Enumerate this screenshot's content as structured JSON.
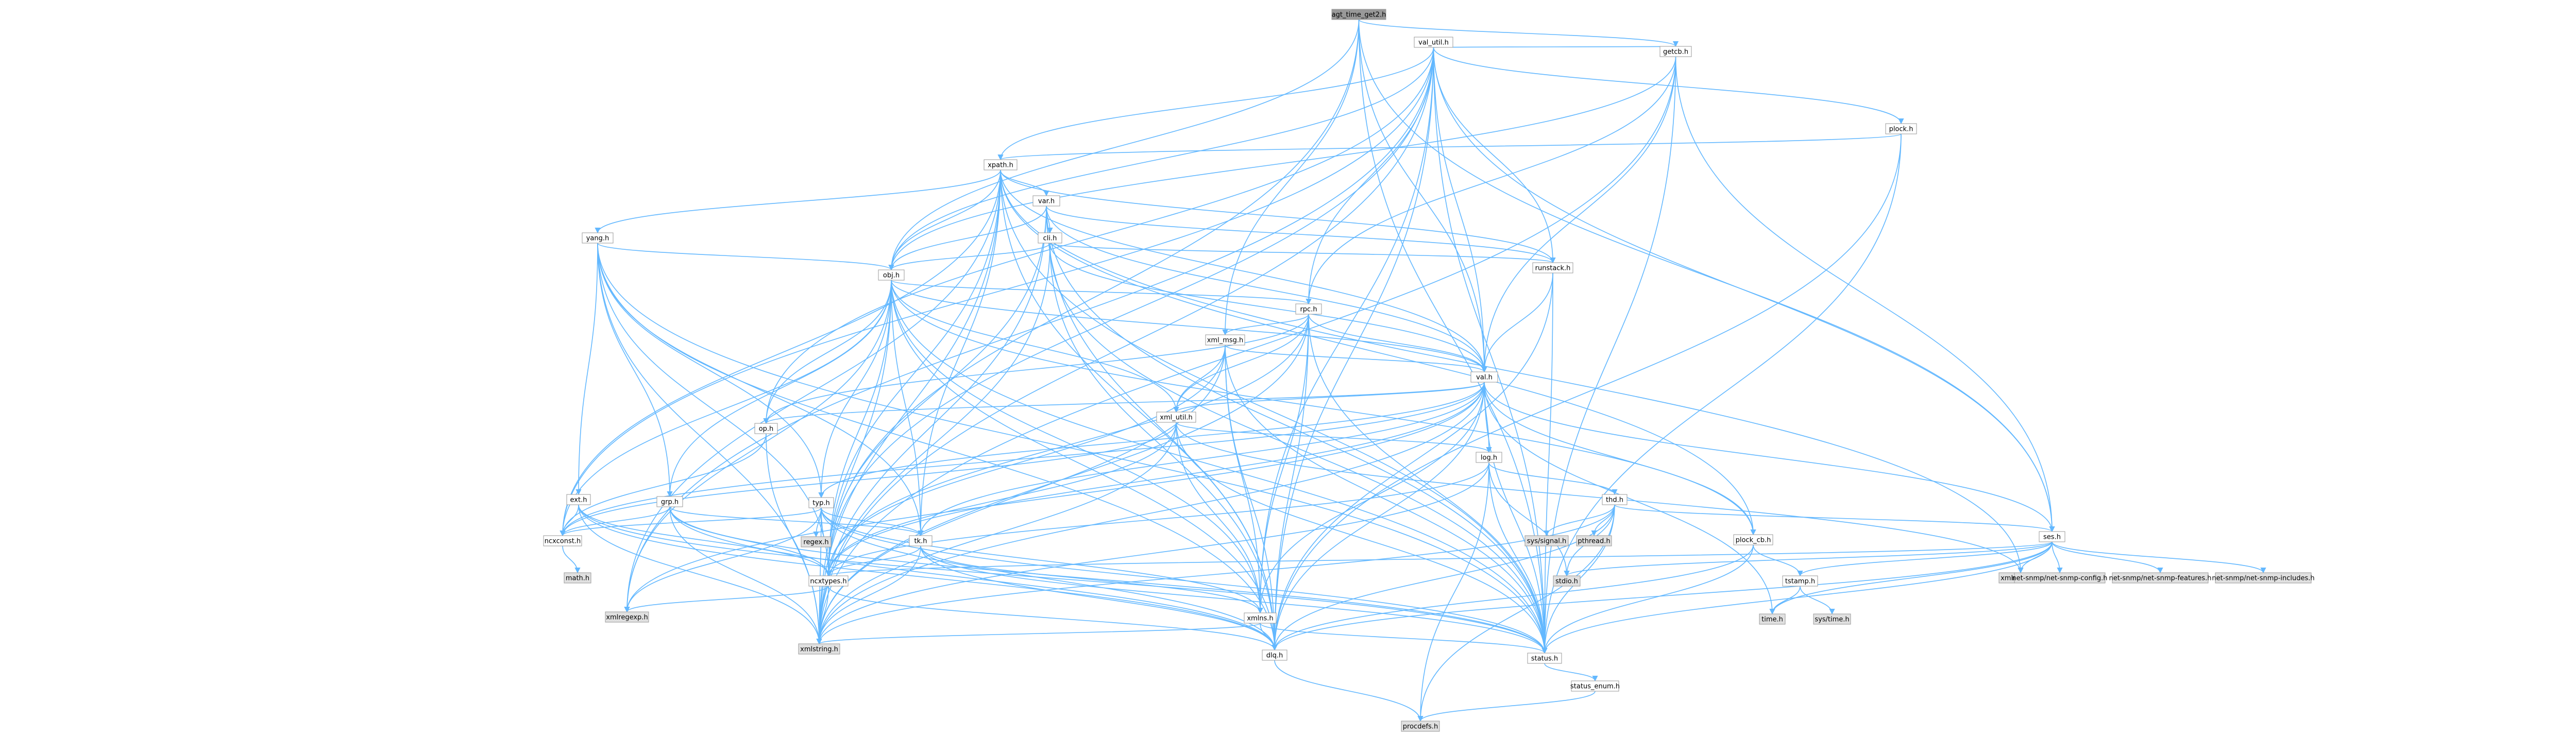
{
  "colors": {
    "edge": "#63b8ff",
    "box_border": "#999999",
    "box_fill": "#ffffff",
    "root_fill": "#999999",
    "system_fill": "#e0e0e0",
    "text": "#000000"
  },
  "root": "agt_time_get2.h",
  "nodes": [
    {
      "id": "agt_time_get2.h",
      "label": "agt_time_get2.h",
      "kind": "root"
    },
    {
      "id": "getcb.h",
      "label": "getcb.h",
      "kind": "local"
    },
    {
      "id": "val_util.h",
      "label": "val_util.h",
      "kind": "local"
    },
    {
      "id": "plock.h",
      "label": "plock.h",
      "kind": "local"
    },
    {
      "id": "xpath.h",
      "label": "xpath.h",
      "kind": "local"
    },
    {
      "id": "var.h",
      "label": "var.h",
      "kind": "local"
    },
    {
      "id": "yang.h",
      "label": "yang.h",
      "kind": "local"
    },
    {
      "id": "cli.h",
      "label": "cli.h",
      "kind": "local"
    },
    {
      "id": "obj.h",
      "label": "obj.h",
      "kind": "local"
    },
    {
      "id": "runstack.h",
      "label": "runstack.h",
      "kind": "local"
    },
    {
      "id": "rpc.h",
      "label": "rpc.h",
      "kind": "local"
    },
    {
      "id": "xml_msg.h",
      "label": "xml_msg.h",
      "kind": "local"
    },
    {
      "id": "val.h",
      "label": "val.h",
      "kind": "local"
    },
    {
      "id": "xml_util.h",
      "label": "xml_util.h",
      "kind": "local"
    },
    {
      "id": "op.h",
      "label": "op.h",
      "kind": "local"
    },
    {
      "id": "log.h",
      "label": "log.h",
      "kind": "local"
    },
    {
      "id": "ext.h",
      "label": "ext.h",
      "kind": "local"
    },
    {
      "id": "grp.h",
      "label": "grp.h",
      "kind": "local"
    },
    {
      "id": "typ.h",
      "label": "typ.h",
      "kind": "local"
    },
    {
      "id": "thd.h",
      "label": "thd.h",
      "kind": "local"
    },
    {
      "id": "plock_cb.h",
      "label": "plock_cb.h",
      "kind": "local"
    },
    {
      "id": "ses.h",
      "label": "ses.h",
      "kind": "local"
    },
    {
      "id": "tk.h",
      "label": "tk.h",
      "kind": "local"
    },
    {
      "id": "ncxconst.h",
      "label": "ncxconst.h",
      "kind": "local"
    },
    {
      "id": "ncxtypes.h",
      "label": "ncxtypes.h",
      "kind": "local"
    },
    {
      "id": "xmlns.h",
      "label": "xmlns.h",
      "kind": "local"
    },
    {
      "id": "tstamp.h",
      "label": "tstamp.h",
      "kind": "local"
    },
    {
      "id": "dlq.h",
      "label": "dlq.h",
      "kind": "local"
    },
    {
      "id": "status.h",
      "label": "status.h",
      "kind": "local"
    },
    {
      "id": "status_enum.h",
      "label": "status_enum.h",
      "kind": "local"
    },
    {
      "id": "xmlstring.h",
      "label": "xmlstring.h",
      "kind": "system"
    },
    {
      "id": "xmlregexp.h",
      "label": "xmlregexp.h",
      "kind": "system"
    },
    {
      "id": "regex.h",
      "label": "regex.h",
      "kind": "system"
    },
    {
      "id": "math.h",
      "label": "math.h",
      "kind": "system"
    },
    {
      "id": "sys/signal.h",
      "label": "sys/signal.h",
      "kind": "system"
    },
    {
      "id": "pthread.h",
      "label": "pthread.h",
      "kind": "system"
    },
    {
      "id": "stdio.h",
      "label": "stdio.h",
      "kind": "system"
    },
    {
      "id": "xmlreader.h",
      "label": "xmlreader.h",
      "kind": "system"
    },
    {
      "id": "time.h",
      "label": "time.h",
      "kind": "system"
    },
    {
      "id": "sys/time.h",
      "label": "sys/time.h",
      "kind": "system"
    },
    {
      "id": "net-snmp/net-snmp-config.h",
      "label": "net-snmp/net-snmp-config.h",
      "kind": "system"
    },
    {
      "id": "net-snmp/net-snmp-features.h",
      "label": "net-snmp/net-snmp-features.h",
      "kind": "system"
    },
    {
      "id": "net-snmp/net-snmp-includes.h",
      "label": "net-snmp/net-snmp-includes.h",
      "kind": "system"
    },
    {
      "id": "procdefs.h",
      "label": "procdefs.h",
      "kind": "system"
    }
  ],
  "edges": [
    [
      "agt_time_get2.h",
      "getcb.h"
    ],
    [
      "agt_time_get2.h",
      "obj.h"
    ],
    [
      "agt_time_get2.h",
      "ses.h"
    ],
    [
      "agt_time_get2.h",
      "status.h"
    ],
    [
      "agt_time_get2.h",
      "val.h"
    ],
    [
      "agt_time_get2.h",
      "xml_msg.h"
    ],
    [
      "agt_time_get2.h",
      "ncxtypes.h"
    ],
    [
      "getcb.h",
      "val_util.h"
    ],
    [
      "getcb.h",
      "rpc.h"
    ],
    [
      "getcb.h",
      "ses.h"
    ],
    [
      "getcb.h",
      "status.h"
    ],
    [
      "getcb.h",
      "val.h"
    ],
    [
      "getcb.h",
      "obj.h"
    ],
    [
      "getcb.h",
      "xmlstring.h"
    ],
    [
      "val_util.h",
      "plock.h"
    ],
    [
      "val_util.h",
      "xpath.h"
    ],
    [
      "val_util.h",
      "obj.h"
    ],
    [
      "val_util.h",
      "val.h"
    ],
    [
      "val_util.h",
      "runstack.h"
    ],
    [
      "val_util.h",
      "ses.h"
    ],
    [
      "val_util.h",
      "status.h"
    ],
    [
      "val_util.h",
      "dlq.h"
    ],
    [
      "val_util.h",
      "ncxtypes.h"
    ],
    [
      "val_util.h",
      "ncxconst.h"
    ],
    [
      "val_util.h",
      "xmlns.h"
    ],
    [
      "val_util.h",
      "op.h"
    ],
    [
      "val_util.h",
      "rpc.h"
    ],
    [
      "val_util.h",
      "xmlstring.h"
    ],
    [
      "val_util.h",
      "xmlregexp.h"
    ],
    [
      "plock.h",
      "xpath.h"
    ],
    [
      "plock.h",
      "status.h"
    ],
    [
      "plock.h",
      "dlq.h"
    ],
    [
      "xpath.h",
      "var.h"
    ],
    [
      "xpath.h",
      "yang.h"
    ],
    [
      "xpath.h",
      "obj.h"
    ],
    [
      "xpath.h",
      "val.h"
    ],
    [
      "xpath.h",
      "tk.h"
    ],
    [
      "xpath.h",
      "xmlstring.h"
    ],
    [
      "xpath.h",
      "xmlregexp.h"
    ],
    [
      "xpath.h",
      "xmlreader.h"
    ],
    [
      "xpath.h",
      "ncxconst.h"
    ],
    [
      "xpath.h",
      "ncxtypes.h"
    ],
    [
      "xpath.h",
      "status.h"
    ],
    [
      "xpath.h",
      "dlq.h"
    ],
    [
      "xpath.h",
      "plock_cb.h"
    ],
    [
      "xpath.h",
      "runstack.h"
    ],
    [
      "var.h",
      "cli.h"
    ],
    [
      "var.h",
      "obj.h"
    ],
    [
      "var.h",
      "val.h"
    ],
    [
      "var.h",
      "runstack.h"
    ],
    [
      "var.h",
      "status.h"
    ],
    [
      "var.h",
      "dlq.h"
    ],
    [
      "var.h",
      "ncxtypes.h"
    ],
    [
      "var.h",
      "xmlstring.h"
    ],
    [
      "yang.h",
      "ext.h"
    ],
    [
      "yang.h",
      "grp.h"
    ],
    [
      "yang.h",
      "obj.h"
    ],
    [
      "yang.h",
      "typ.h"
    ],
    [
      "yang.h",
      "tk.h"
    ],
    [
      "yang.h",
      "ncxtypes.h"
    ],
    [
      "yang.h",
      "status.h"
    ],
    [
      "yang.h",
      "xmlstring.h"
    ],
    [
      "yang.h",
      "dlq.h"
    ],
    [
      "cli.h",
      "obj.h"
    ],
    [
      "cli.h",
      "val.h"
    ],
    [
      "cli.h",
      "runstack.h"
    ],
    [
      "cli.h",
      "status.h"
    ],
    [
      "cli.h",
      "xmlstring.h"
    ],
    [
      "cli.h",
      "dlq.h"
    ],
    [
      "obj.h",
      "rpc.h"
    ],
    [
      "obj.h",
      "xml_util.h"
    ],
    [
      "obj.h",
      "val.h"
    ],
    [
      "obj.h",
      "grp.h"
    ],
    [
      "obj.h",
      "typ.h"
    ],
    [
      "obj.h",
      "tk.h"
    ],
    [
      "obj.h",
      "ncxconst.h"
    ],
    [
      "obj.h",
      "ncxtypes.h"
    ],
    [
      "obj.h",
      "xmlns.h"
    ],
    [
      "obj.h",
      "status.h"
    ],
    [
      "obj.h",
      "dlq.h"
    ],
    [
      "obj.h",
      "xmlstring.h"
    ],
    [
      "obj.h",
      "xmlregexp.h"
    ],
    [
      "obj.h",
      "plock_cb.h"
    ],
    [
      "obj.h",
      "op.h"
    ],
    [
      "runstack.h",
      "val.h"
    ],
    [
      "runstack.h",
      "status.h"
    ],
    [
      "runstack.h",
      "dlq.h"
    ],
    [
      "rpc.h",
      "xml_msg.h"
    ],
    [
      "rpc.h",
      "val.h"
    ],
    [
      "rpc.h",
      "xml_util.h"
    ],
    [
      "rpc.h",
      "status.h"
    ],
    [
      "rpc.h",
      "dlq.h"
    ],
    [
      "rpc.h",
      "ncxtypes.h"
    ],
    [
      "rpc.h",
      "xmlns.h"
    ],
    [
      "rpc.h",
      "xmlstring.h"
    ],
    [
      "rpc.h",
      "op.h"
    ],
    [
      "xml_msg.h",
      "val.h"
    ],
    [
      "xml_msg.h",
      "xml_util.h"
    ],
    [
      "xml_msg.h",
      "xmlns.h"
    ],
    [
      "xml_msg.h",
      "status.h"
    ],
    [
      "xml_msg.h",
      "ncxtypes.h"
    ],
    [
      "xml_msg.h",
      "xmlstring.h"
    ],
    [
      "xml_msg.h",
      "dlq.h"
    ],
    [
      "val.h",
      "op.h"
    ],
    [
      "val.h",
      "xml_util.h"
    ],
    [
      "val.h",
      "log.h"
    ],
    [
      "val.h",
      "ses.h"
    ],
    [
      "val.h",
      "typ.h"
    ],
    [
      "val.h",
      "tk.h"
    ],
    [
      "val.h",
      "ncxconst.h"
    ],
    [
      "val.h",
      "ncxtypes.h"
    ],
    [
      "val.h",
      "xmlns.h"
    ],
    [
      "val.h",
      "plock_cb.h"
    ],
    [
      "val.h",
      "status.h"
    ],
    [
      "val.h",
      "dlq.h"
    ],
    [
      "val.h",
      "xmlstring.h"
    ],
    [
      "val.h",
      "xmlregexp.h"
    ],
    [
      "val.h",
      "time.h"
    ],
    [
      "xml_util.h",
      "log.h"
    ],
    [
      "xml_util.h",
      "ncxconst.h"
    ],
    [
      "xml_util.h",
      "ncxtypes.h"
    ],
    [
      "xml_util.h",
      "status.h"
    ],
    [
      "xml_util.h",
      "xmlns.h"
    ],
    [
      "xml_util.h",
      "xmlreader.h"
    ],
    [
      "xml_util.h",
      "xmlstring.h"
    ],
    [
      "op.h",
      "ncxconst.h"
    ],
    [
      "op.h",
      "xmlstring.h"
    ],
    [
      "log.h",
      "thd.h"
    ],
    [
      "log.h",
      "status.h"
    ],
    [
      "log.h",
      "ncxtypes.h"
    ],
    [
      "log.h",
      "stdio.h"
    ],
    [
      "log.h",
      "xmlstring.h"
    ],
    [
      "log.h",
      "procdefs.h"
    ],
    [
      "ext.h",
      "ncxconst.h"
    ],
    [
      "ext.h",
      "ncxtypes.h"
    ],
    [
      "ext.h",
      "status.h"
    ],
    [
      "ext.h",
      "dlq.h"
    ],
    [
      "ext.h",
      "xmlstring.h"
    ],
    [
      "grp.h",
      "ncxconst.h"
    ],
    [
      "grp.h",
      "ncxtypes.h"
    ],
    [
      "grp.h",
      "status.h"
    ],
    [
      "grp.h",
      "tk.h"
    ],
    [
      "grp.h",
      "dlq.h"
    ],
    [
      "grp.h",
      "xmlstring.h"
    ],
    [
      "typ.h",
      "ncxconst.h"
    ],
    [
      "typ.h",
      "ncxtypes.h"
    ],
    [
      "typ.h",
      "status.h"
    ],
    [
      "typ.h",
      "tk.h"
    ],
    [
      "typ.h",
      "xmlns.h"
    ],
    [
      "typ.h",
      "xmlstring.h"
    ],
    [
      "typ.h",
      "xmlregexp.h"
    ],
    [
      "typ.h",
      "dlq.h"
    ],
    [
      "typ.h",
      "regex.h"
    ],
    [
      "thd.h",
      "sys/signal.h"
    ],
    [
      "thd.h",
      "pthread.h"
    ],
    [
      "thd.h",
      "ses.h"
    ],
    [
      "thd.h",
      "status.h"
    ],
    [
      "thd.h",
      "stdio.h"
    ],
    [
      "thd.h",
      "procdefs.h"
    ],
    [
      "thd.h",
      "xmlstring.h"
    ],
    [
      "thd.h",
      "dlq.h"
    ],
    [
      "plock_cb.h",
      "tstamp.h"
    ],
    [
      "plock_cb.h",
      "status.h"
    ],
    [
      "plock_cb.h",
      "dlq.h"
    ],
    [
      "ses.h",
      "tstamp.h"
    ],
    [
      "ses.h",
      "status.h"
    ],
    [
      "ses.h",
      "ncxtypes.h"
    ],
    [
      "ses.h",
      "dlq.h"
    ],
    [
      "ses.h",
      "stdio.h"
    ],
    [
      "ses.h",
      "time.h"
    ],
    [
      "ses.h",
      "xmlreader.h"
    ],
    [
      "ses.h",
      "net-snmp/net-snmp-config.h"
    ],
    [
      "ses.h",
      "net-snmp/net-snmp-features.h"
    ],
    [
      "ses.h",
      "net-snmp/net-snmp-includes.h"
    ],
    [
      "tk.h",
      "ncxtypes.h"
    ],
    [
      "tk.h",
      "status.h"
    ],
    [
      "tk.h",
      "xmlns.h"
    ],
    [
      "tk.h",
      "dlq.h"
    ],
    [
      "tk.h",
      "xmlstring.h"
    ],
    [
      "ncxconst.h",
      "math.h"
    ],
    [
      "ncxtypes.h",
      "xmlstring.h"
    ],
    [
      "ncxtypes.h",
      "xmlregexp.h"
    ],
    [
      "ncxtypes.h",
      "dlq.h"
    ],
    [
      "xmlns.h",
      "xmlstring.h"
    ],
    [
      "xmlns.h",
      "status.h"
    ],
    [
      "xmlns.h",
      "dlq.h"
    ],
    [
      "tstamp.h",
      "time.h"
    ],
    [
      "tstamp.h",
      "sys/time.h"
    ],
    [
      "dlq.h",
      "procdefs.h"
    ],
    [
      "status.h",
      "status_enum.h"
    ],
    [
      "status_enum.h",
      "procdefs.h"
    ]
  ]
}
